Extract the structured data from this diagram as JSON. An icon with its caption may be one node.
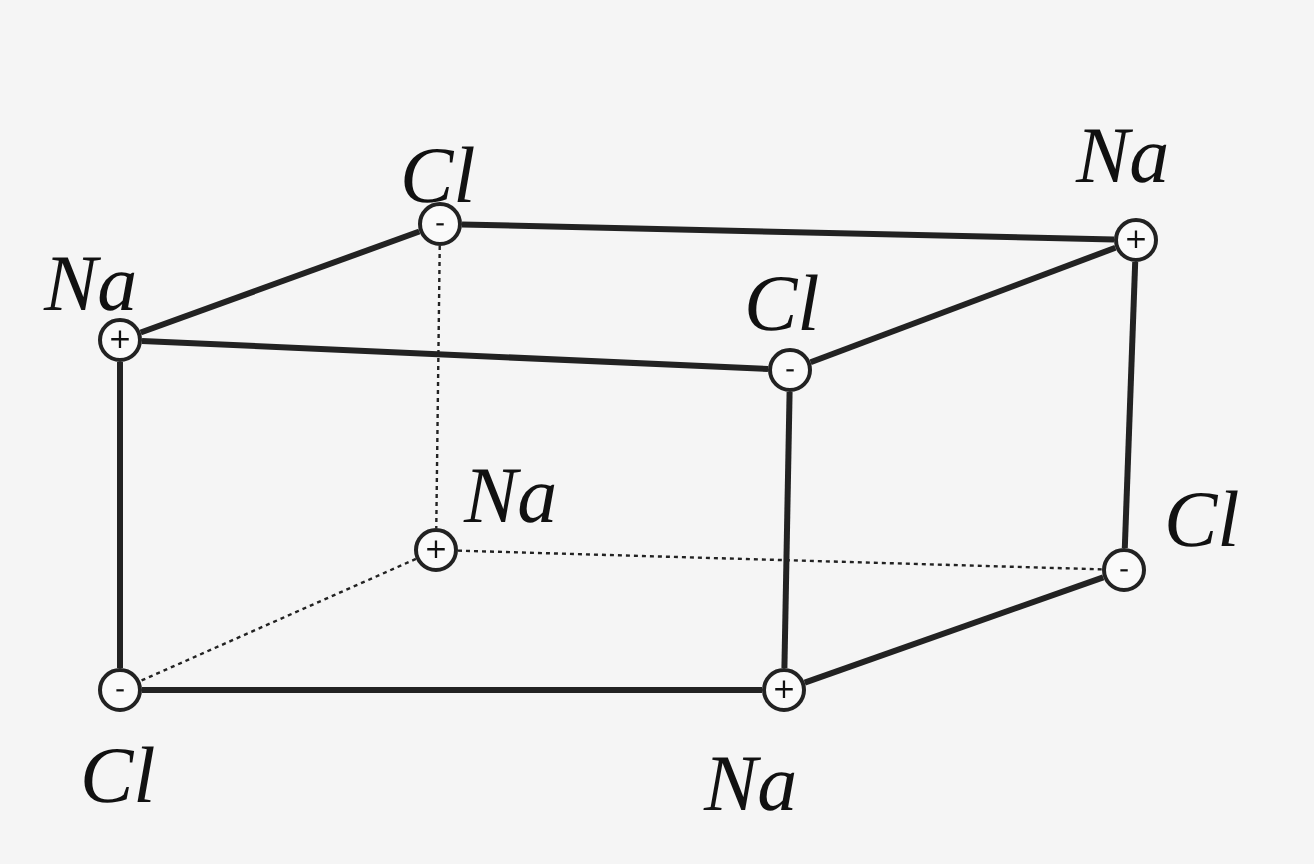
{
  "diagram": {
    "nodes": [
      {
        "text": [
          "-"
        ],
        "beside": [
          "Cl"
        ]
      },
      {
        "text": [
          "+"
        ],
        "beside": [
          "Na"
        ]
      },
      {
        "text": [
          "+"
        ],
        "beside": [
          "Na"
        ]
      },
      {
        "text": [
          "-"
        ],
        "beside": [
          "Cl"
        ]
      },
      {
        "text": [
          "+"
        ],
        "beside": [
          "Na"
        ]
      },
      {
        "text": [
          "-"
        ],
        "beside": [
          "Cl"
        ]
      },
      {
        "text": [
          "-"
        ],
        "beside": [
          "Cl"
        ]
      },
      {
        "text": [
          "+"
        ],
        "beside": [
          "Na"
        ]
      }
    ],
    "edges": [
      {
        "from": 2,
        "to": 0,
        "arrow": "none"
      },
      {
        "from": 0,
        "to": 1,
        "arrow": "none"
      },
      {
        "from": 2,
        "to": 3,
        "arrow": "none"
      },
      {
        "from": 1,
        "to": 3,
        "arrow": "none"
      },
      {
        "from": 2,
        "to": 6,
        "arrow": "none"
      },
      {
        "from": 3,
        "to": 7,
        "arrow": "none"
      },
      {
        "from": 6,
        "to": 7,
        "arrow": "none"
      },
      {
        "from": 7,
        "to": 5,
        "arrow": "none"
      },
      {
        "from": 1,
        "to": 5,
        "arrow": "none"
      },
      {
        "from": 0,
        "to": 4,
        "arrow": "none",
        "style": "dashed"
      },
      {
        "from": 4,
        "to": 6,
        "arrow": "none",
        "style": "dashed"
      },
      {
        "from": 4,
        "to": 5,
        "arrow": "none",
        "style": "dashed"
      }
    ]
  }
}
